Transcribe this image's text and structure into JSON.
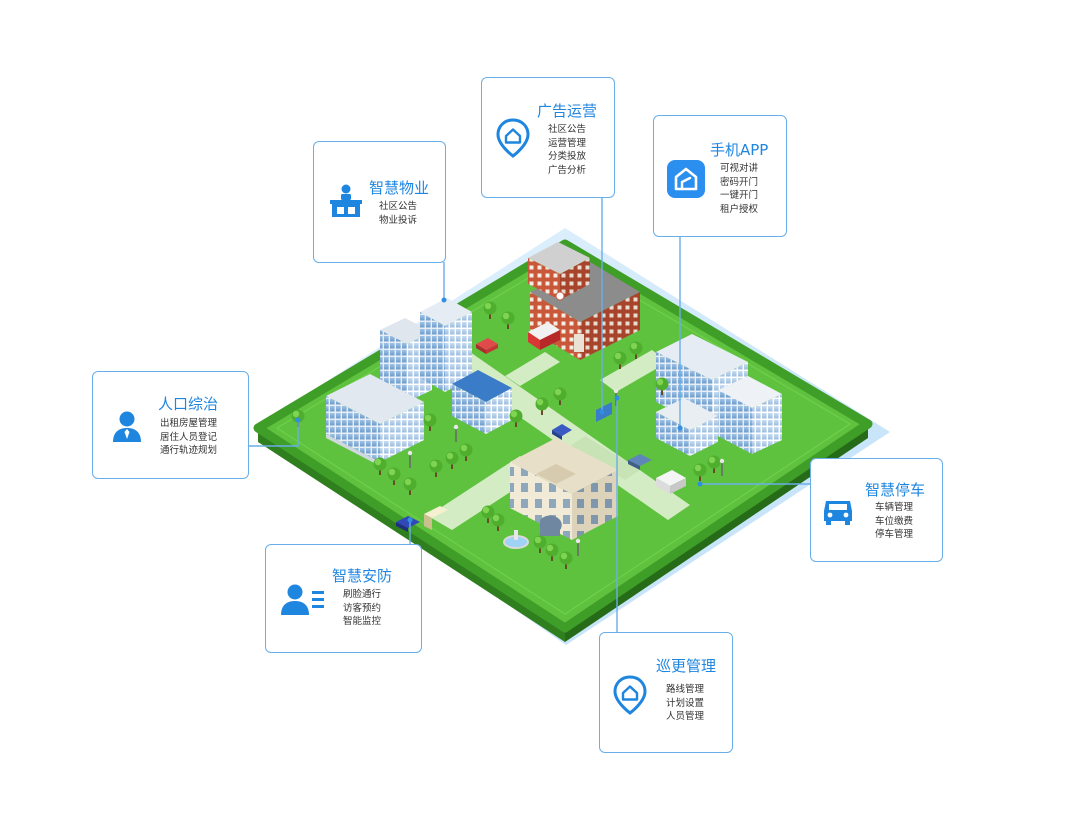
{
  "colors": {
    "accent": "#1f86e0",
    "card_border": "#6aaee8",
    "grass": "#5fc23f",
    "water": "#cfe8fb"
  },
  "cards": {
    "ads": {
      "title": "广告运营",
      "icon": "home-pin-icon",
      "items": [
        "社区公告",
        "运营管理",
        "分类投放",
        "广告分析"
      ]
    },
    "property": {
      "title": "智慧物业",
      "icon": "service-desk-icon",
      "items": [
        "社区公告",
        "物业投诉"
      ]
    },
    "app": {
      "title": "手机APP",
      "icon": "app-home-icon",
      "items": [
        "可视对讲",
        "密码开门",
        "一键开门",
        "租户授权"
      ]
    },
    "population": {
      "title": "人口综治",
      "icon": "person-icon",
      "items": [
        "出租房屋管理",
        "居住人员登记",
        "通行轨迹规划"
      ]
    },
    "parking": {
      "title": "智慧停车",
      "icon": "car-icon",
      "items": [
        "车辆管理",
        "车位缴费",
        "停车管理"
      ]
    },
    "security": {
      "title": "智慧安防",
      "icon": "person-list-icon",
      "items": [
        "刷脸通行",
        "访客预约",
        "智能监控"
      ]
    },
    "patrol": {
      "title": "巡更管理",
      "icon": "home-pin-icon",
      "items": [
        "路线管理",
        "计划设置",
        "人员管理"
      ]
    }
  }
}
